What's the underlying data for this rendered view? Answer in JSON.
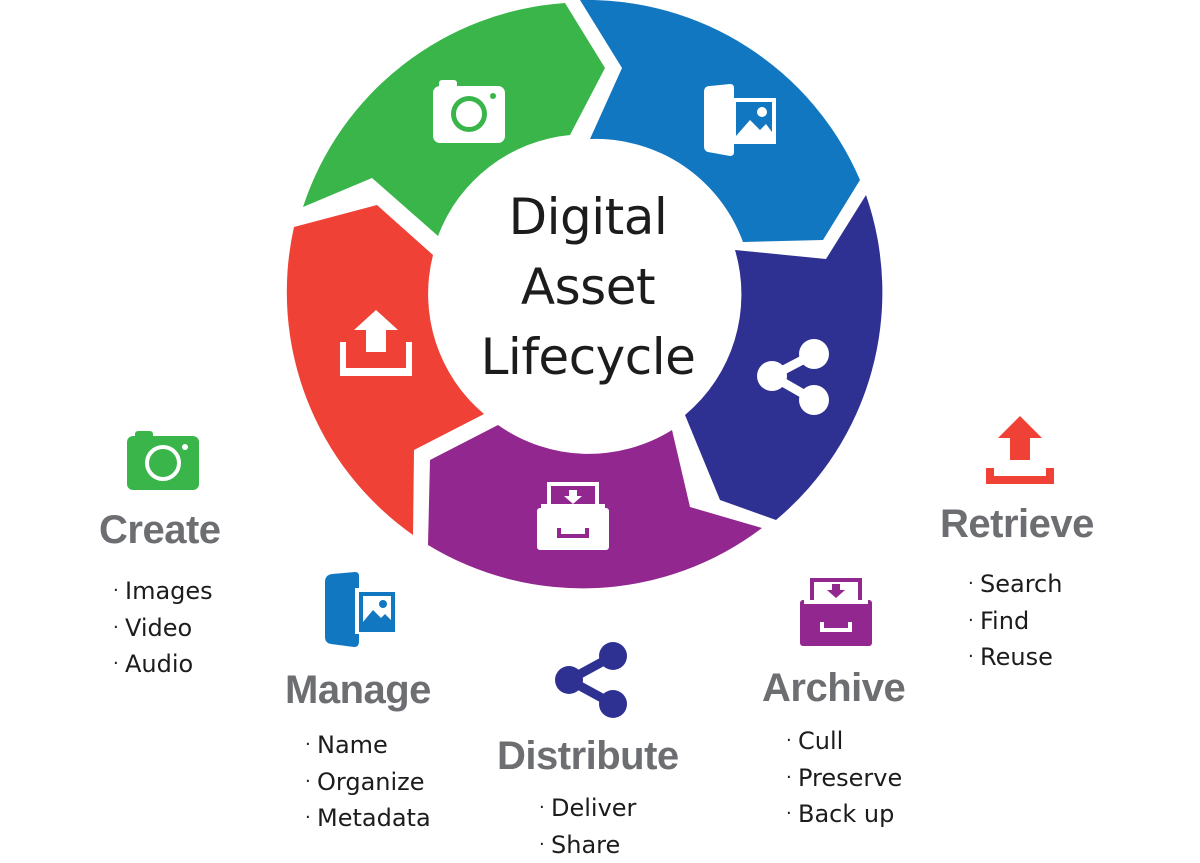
{
  "title": {
    "lines": [
      "Digital",
      "Asset",
      "Lifecycle"
    ]
  },
  "colors": {
    "create": "#39b54a",
    "manage": "#1277c1",
    "distribute": "#2e3192",
    "archive": "#92278f",
    "retrieve": "#ef4136",
    "heading": "#6d6e71",
    "text": "#1c1c1c"
  },
  "ring_segments": [
    {
      "stage": "Create",
      "color": "#39b54a",
      "icon": "camera-icon"
    },
    {
      "stage": "Manage",
      "color": "#1277c1",
      "icon": "image-folder-icon"
    },
    {
      "stage": "Distribute",
      "color": "#2e3192",
      "icon": "share-icon"
    },
    {
      "stage": "Archive",
      "color": "#92278f",
      "icon": "archive-drawer-icon"
    },
    {
      "stage": "Retrieve",
      "color": "#ef4136",
      "icon": "upload-tray-icon"
    }
  ],
  "stages": {
    "create": {
      "heading": "Create",
      "items": [
        "Images",
        "Video",
        "Audio"
      ],
      "icon": "camera-icon"
    },
    "manage": {
      "heading": "Manage",
      "items": [
        "Name",
        "Organize",
        "Metadata"
      ],
      "icon": "image-folder-icon"
    },
    "distribute": {
      "heading": "Distribute",
      "items": [
        "Deliver",
        "Share"
      ],
      "icon": "share-icon"
    },
    "archive": {
      "heading": "Archive",
      "items": [
        "Cull",
        "Preserve",
        "Back up"
      ],
      "icon": "archive-drawer-icon"
    },
    "retrieve": {
      "heading": "Retrieve",
      "items": [
        "Search",
        "Find",
        "Reuse"
      ],
      "icon": "upload-tray-icon"
    }
  },
  "bullet": "·"
}
